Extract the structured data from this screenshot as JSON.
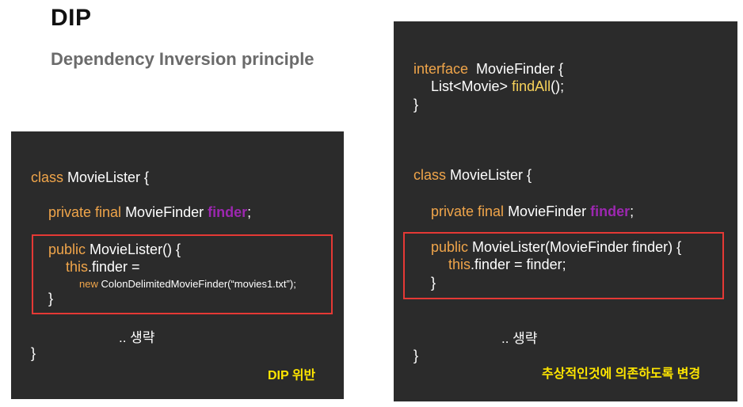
{
  "header": {
    "title": "DIP",
    "subtitle": "Dependency Inversion principle"
  },
  "left_panel": {
    "l1_kw": "class",
    "l1_rest": " MovieLister {",
    "l2_kw": "private final",
    "l2_type": " MovieFinder ",
    "l2_field": "finder",
    "l2_end": ";",
    "l3_kw": "public",
    "l3_rest": " MovieLister() {",
    "l4_kw": "this",
    "l4_rest": ".finder =",
    "l5_kw": "new",
    "l5_rest": " ColonDelimitedMovieFinder(“movies1.txt”);",
    "l6": "}",
    "omit": ".. 생략",
    "close": "}",
    "note": "DIP 위반"
  },
  "right_panel": {
    "i1_kw": "interface",
    "i1_rest": "  MovieFinder {",
    "i2_type": "List<Movie> ",
    "i2_fn": "findAll",
    "i2_end": "();",
    "i3": "}",
    "l1_kw": "class",
    "l1_rest": " MovieLister {",
    "l2_kw": "private final",
    "l2_type": " MovieFinder ",
    "l2_field": "finder",
    "l2_end": ";",
    "l3_kw": "public",
    "l3_rest": " MovieLister(MovieFinder finder) {",
    "l4_kw": "this",
    "l4_rest": ".finder = finder;",
    "l5": "}",
    "omit": ".. 생략",
    "close": "}",
    "note": "추상적인것에 의존하도록 변경"
  },
  "colors": {
    "panel_bg": "#2b2b2b",
    "keyword": "#f0a54a",
    "function": "#f7d25a",
    "field": "#9c27b0",
    "highlight_border": "#e53935",
    "note": "#ffe600"
  }
}
